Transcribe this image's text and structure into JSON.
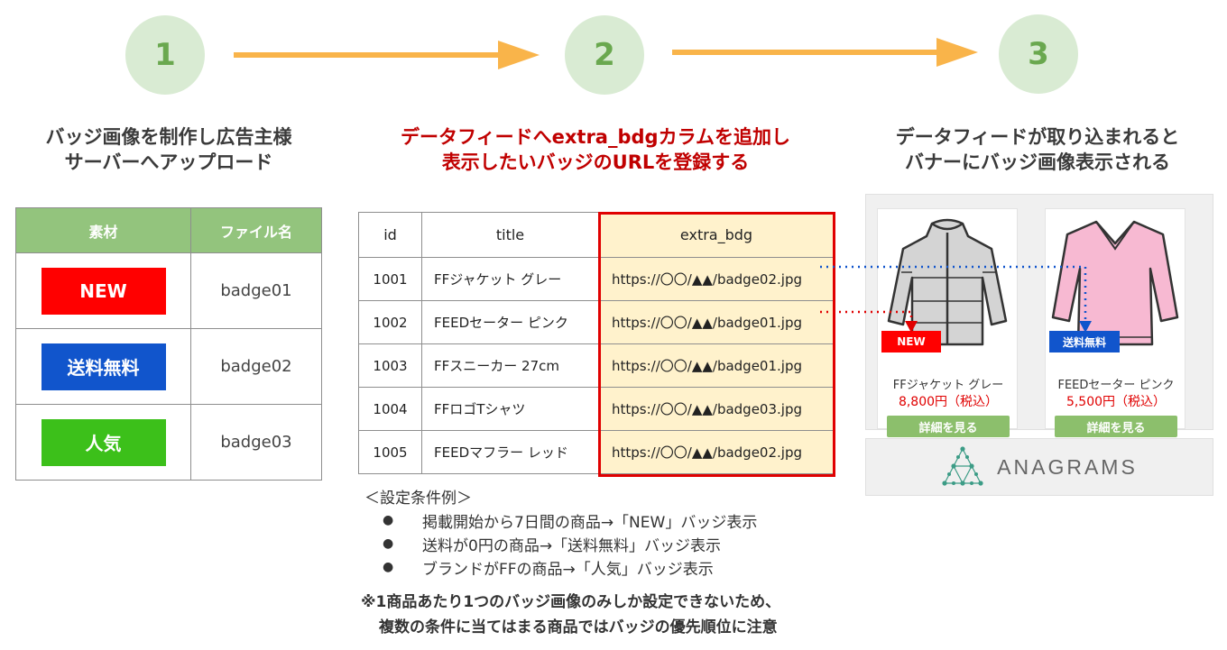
{
  "steps": [
    {
      "number": "1",
      "title_line1": "バッジ画像を制作し広告主様",
      "title_line2": "サーバーへアップロード"
    },
    {
      "number": "2",
      "title_line1": "データフィードへextra_bdgカラムを追加し",
      "title_line2": "表示したいバッジのURLを登録する"
    },
    {
      "number": "3",
      "title_line1": "データフィードが取り込まれると",
      "title_line2": "バナーにバッジ画像表示される"
    }
  ],
  "colors": {
    "arrow": "#f9b44a",
    "step_circle": "#d9ebd3",
    "step_number": "#6aa84f",
    "highlight": "#e00000"
  },
  "badge_table": {
    "headers": [
      "素材",
      "ファイル名"
    ],
    "rows": [
      {
        "badge_label": "NEW",
        "badge_color": "#ff0000",
        "file": "badge01"
      },
      {
        "badge_label": "送料無料",
        "badge_color": "#1155cc",
        "file": "badge02"
      },
      {
        "badge_label": "人気",
        "badge_color": "#3cc01a",
        "file": "badge03"
      }
    ]
  },
  "feed_table": {
    "headers": [
      "id",
      "title",
      "extra_bdg"
    ],
    "rows": [
      {
        "id": "1001",
        "title": "FFジャケット グレー",
        "extra_bdg": "https://〇〇/▲▲/badge02.jpg"
      },
      {
        "id": "1002",
        "title": "FEEDセーター ピンク",
        "extra_bdg": "https://〇〇/▲▲/badge01.jpg"
      },
      {
        "id": "1003",
        "title": "FFスニーカー 27cm",
        "extra_bdg": "https://〇〇/▲▲/badge01.jpg"
      },
      {
        "id": "1004",
        "title": "FFロゴTシャツ",
        "extra_bdg": "https://〇〇/▲▲/badge03.jpg"
      },
      {
        "id": "1005",
        "title": "FEEDマフラー レッド",
        "extra_bdg": "https://〇〇/▲▲/badge02.jpg"
      }
    ]
  },
  "conditions": {
    "heading": "＜設定条件例＞",
    "bullet": "●",
    "items": [
      "掲載開始から7日間の商品→「NEW」バッジ表示",
      "送料が0円の商品→「送料無料」バッジ表示",
      "ブランドがFFの商品→「人気」バッジ表示"
    ]
  },
  "note": {
    "line1": "※1商品あたり1つのバッジ画像のみしか設定できないため、",
    "line2": "複数の条件に当てはまる商品ではバッジの優先順位に注意"
  },
  "banner": {
    "cards": [
      {
        "badge": "NEW",
        "badge_color": "#ff0000",
        "name": "FFジャケット グレー",
        "price": "8,800円（税込）",
        "button": "詳細を見る",
        "icon": "jacket-icon"
      },
      {
        "badge": "送料無料",
        "badge_color": "#1155cc",
        "name": "FEEDセーター ピンク",
        "price": "5,500円（税込）",
        "button": "詳細を見る",
        "icon": "sweater-icon"
      }
    ],
    "logo_text": "ANAGRAMS"
  }
}
